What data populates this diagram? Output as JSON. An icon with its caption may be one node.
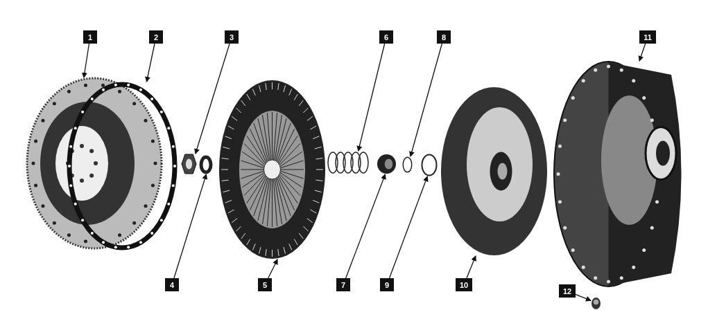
{
  "diagram": {
    "nodes": [
      {
        "text": [
          "1"
        ]
      },
      {
        "text": [
          "2"
        ]
      },
      {
        "text": [
          "3"
        ]
      },
      {
        "text": [
          "4"
        ]
      },
      {
        "text": [
          "5"
        ]
      },
      {
        "text": [
          "6"
        ]
      },
      {
        "text": [
          "7"
        ]
      },
      {
        "text": [
          "8"
        ]
      },
      {
        "text": [
          "9"
        ]
      },
      {
        "text": [
          "10"
        ]
      },
      {
        "text": [
          "11"
        ]
      },
      {
        "text": [
          "12"
        ]
      },
      {
        "text": [],
        "shape": "picture"
      },
      {
        "text": [],
        "shape": "picture"
      },
      {
        "text": [],
        "shape": "picture"
      },
      {
        "text": [],
        "shape": "circle"
      },
      {
        "text": [],
        "shape": "picture"
      },
      {
        "text": [],
        "shape": "picture"
      },
      {
        "text": [],
        "shape": "picture"
      },
      {
        "text": [],
        "shape": "circle"
      },
      {
        "text": [],
        "shape": "circle"
      },
      {
        "text": [],
        "shape": "picture"
      },
      {
        "text": [],
        "shape": "picture"
      },
      {
        "text": [],
        "shape": "picture"
      }
    ],
    "edges": [
      {
        "from": 0,
        "to": 12,
        "arrow": "to"
      },
      {
        "from": 1,
        "to": 13,
        "arrow": "to"
      },
      {
        "from": 2,
        "to": 14,
        "arrow": "to"
      },
      {
        "from": 3,
        "to": 15,
        "arrow": "to"
      },
      {
        "from": 4,
        "to": 16,
        "arrow": "to"
      },
      {
        "from": 5,
        "to": 17,
        "arrow": "to"
      },
      {
        "from": 6,
        "to": 18,
        "arrow": "to"
      },
      {
        "from": 7,
        "to": 19,
        "arrow": "to"
      },
      {
        "from": 8,
        "to": 20,
        "arrow": "to"
      },
      {
        "from": 9,
        "to": 21,
        "arrow": "to"
      },
      {
        "from": 10,
        "to": 22,
        "arrow": "to"
      },
      {
        "from": 11,
        "to": 23,
        "arrow": "to"
      }
    ]
  }
}
